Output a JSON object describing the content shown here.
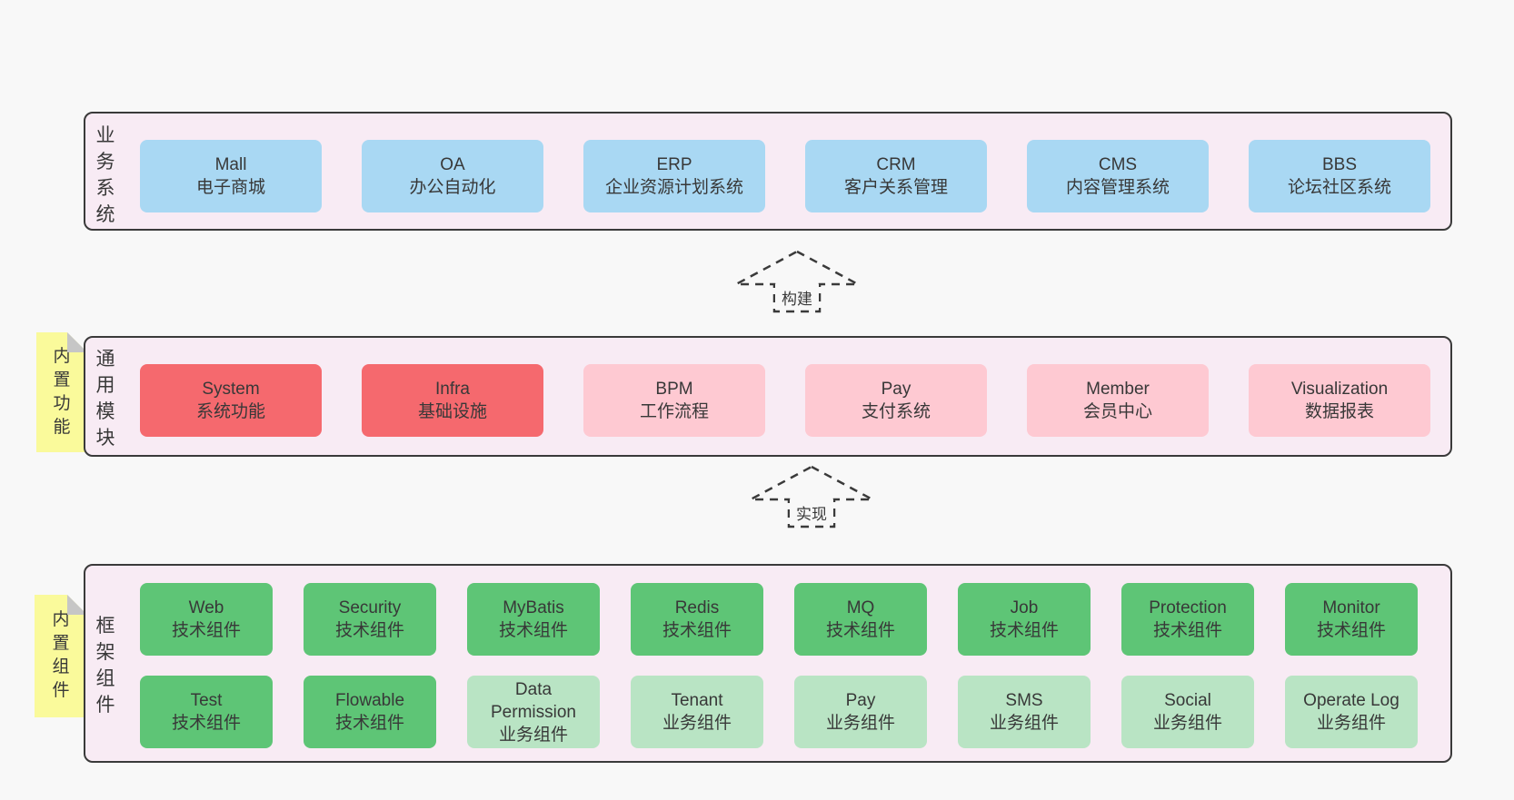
{
  "colors": {
    "canvas_bg": "#f8f8f8",
    "section_bg": "#f8ebf4",
    "border": "#3a3a3a",
    "text": "#383838",
    "business_box_blue": "#a9d8f3",
    "core_module_box_red": "#f5696e",
    "optional_module_box_pink": "#fec9d2",
    "tech_component_box_green": "#5ec576",
    "biz_component_box_light_green": "#b9e4c4",
    "tag_yellow": "#fafa9b",
    "tag_fold_gray": "#c6c6c6"
  },
  "arrows": [
    {
      "label": "构建"
    },
    {
      "label": "实现"
    }
  ],
  "sections": [
    {
      "vertical_label": "业务系统",
      "boxes": [
        {
          "title": "Mall",
          "subtitle": "电子商城"
        },
        {
          "title": "OA",
          "subtitle": "办公自动化"
        },
        {
          "title": "ERP",
          "subtitle": "企业资源计划系统"
        },
        {
          "title": "CRM",
          "subtitle": "客户关系管理"
        },
        {
          "title": "CMS",
          "subtitle": "内容管理系统"
        },
        {
          "title": "BBS",
          "subtitle": "论坛社区系统"
        }
      ]
    },
    {
      "vertical_label": "通用模块",
      "tag": "内置功能",
      "boxes": [
        {
          "title": "System",
          "subtitle": "系统功能"
        },
        {
          "title": "Infra",
          "subtitle": "基础设施"
        },
        {
          "title": "BPM",
          "subtitle": "工作流程"
        },
        {
          "title": "Pay",
          "subtitle": "支付系统"
        },
        {
          "title": "Member",
          "subtitle": "会员中心"
        },
        {
          "title": "Visualization",
          "subtitle": "数据报表"
        }
      ]
    },
    {
      "vertical_label": "框架组件",
      "tag": "内置组件",
      "rows": [
        [
          {
            "title": "Web",
            "subtitle": "技术组件"
          },
          {
            "title": "Security",
            "subtitle": "技术组件"
          },
          {
            "title": "MyBatis",
            "subtitle": "技术组件"
          },
          {
            "title": "Redis",
            "subtitle": "技术组件"
          },
          {
            "title": "MQ",
            "subtitle": "技术组件"
          },
          {
            "title": "Job",
            "subtitle": "技术组件"
          },
          {
            "title": "Protection",
            "subtitle": "技术组件"
          },
          {
            "title": "Monitor",
            "subtitle": "技术组件"
          }
        ],
        [
          {
            "title": "Test",
            "subtitle": "技术组件"
          },
          {
            "title": "Flowable",
            "subtitle": "技术组件"
          },
          {
            "title": "Data Permission",
            "subtitle": "业务组件"
          },
          {
            "title": "Tenant",
            "subtitle": "业务组件"
          },
          {
            "title": "Pay",
            "subtitle": "业务组件"
          },
          {
            "title": "SMS",
            "subtitle": "业务组件"
          },
          {
            "title": "Social",
            "subtitle": "业务组件"
          },
          {
            "title": "Operate Log",
            "subtitle": "业务组件"
          }
        ]
      ]
    }
  ]
}
